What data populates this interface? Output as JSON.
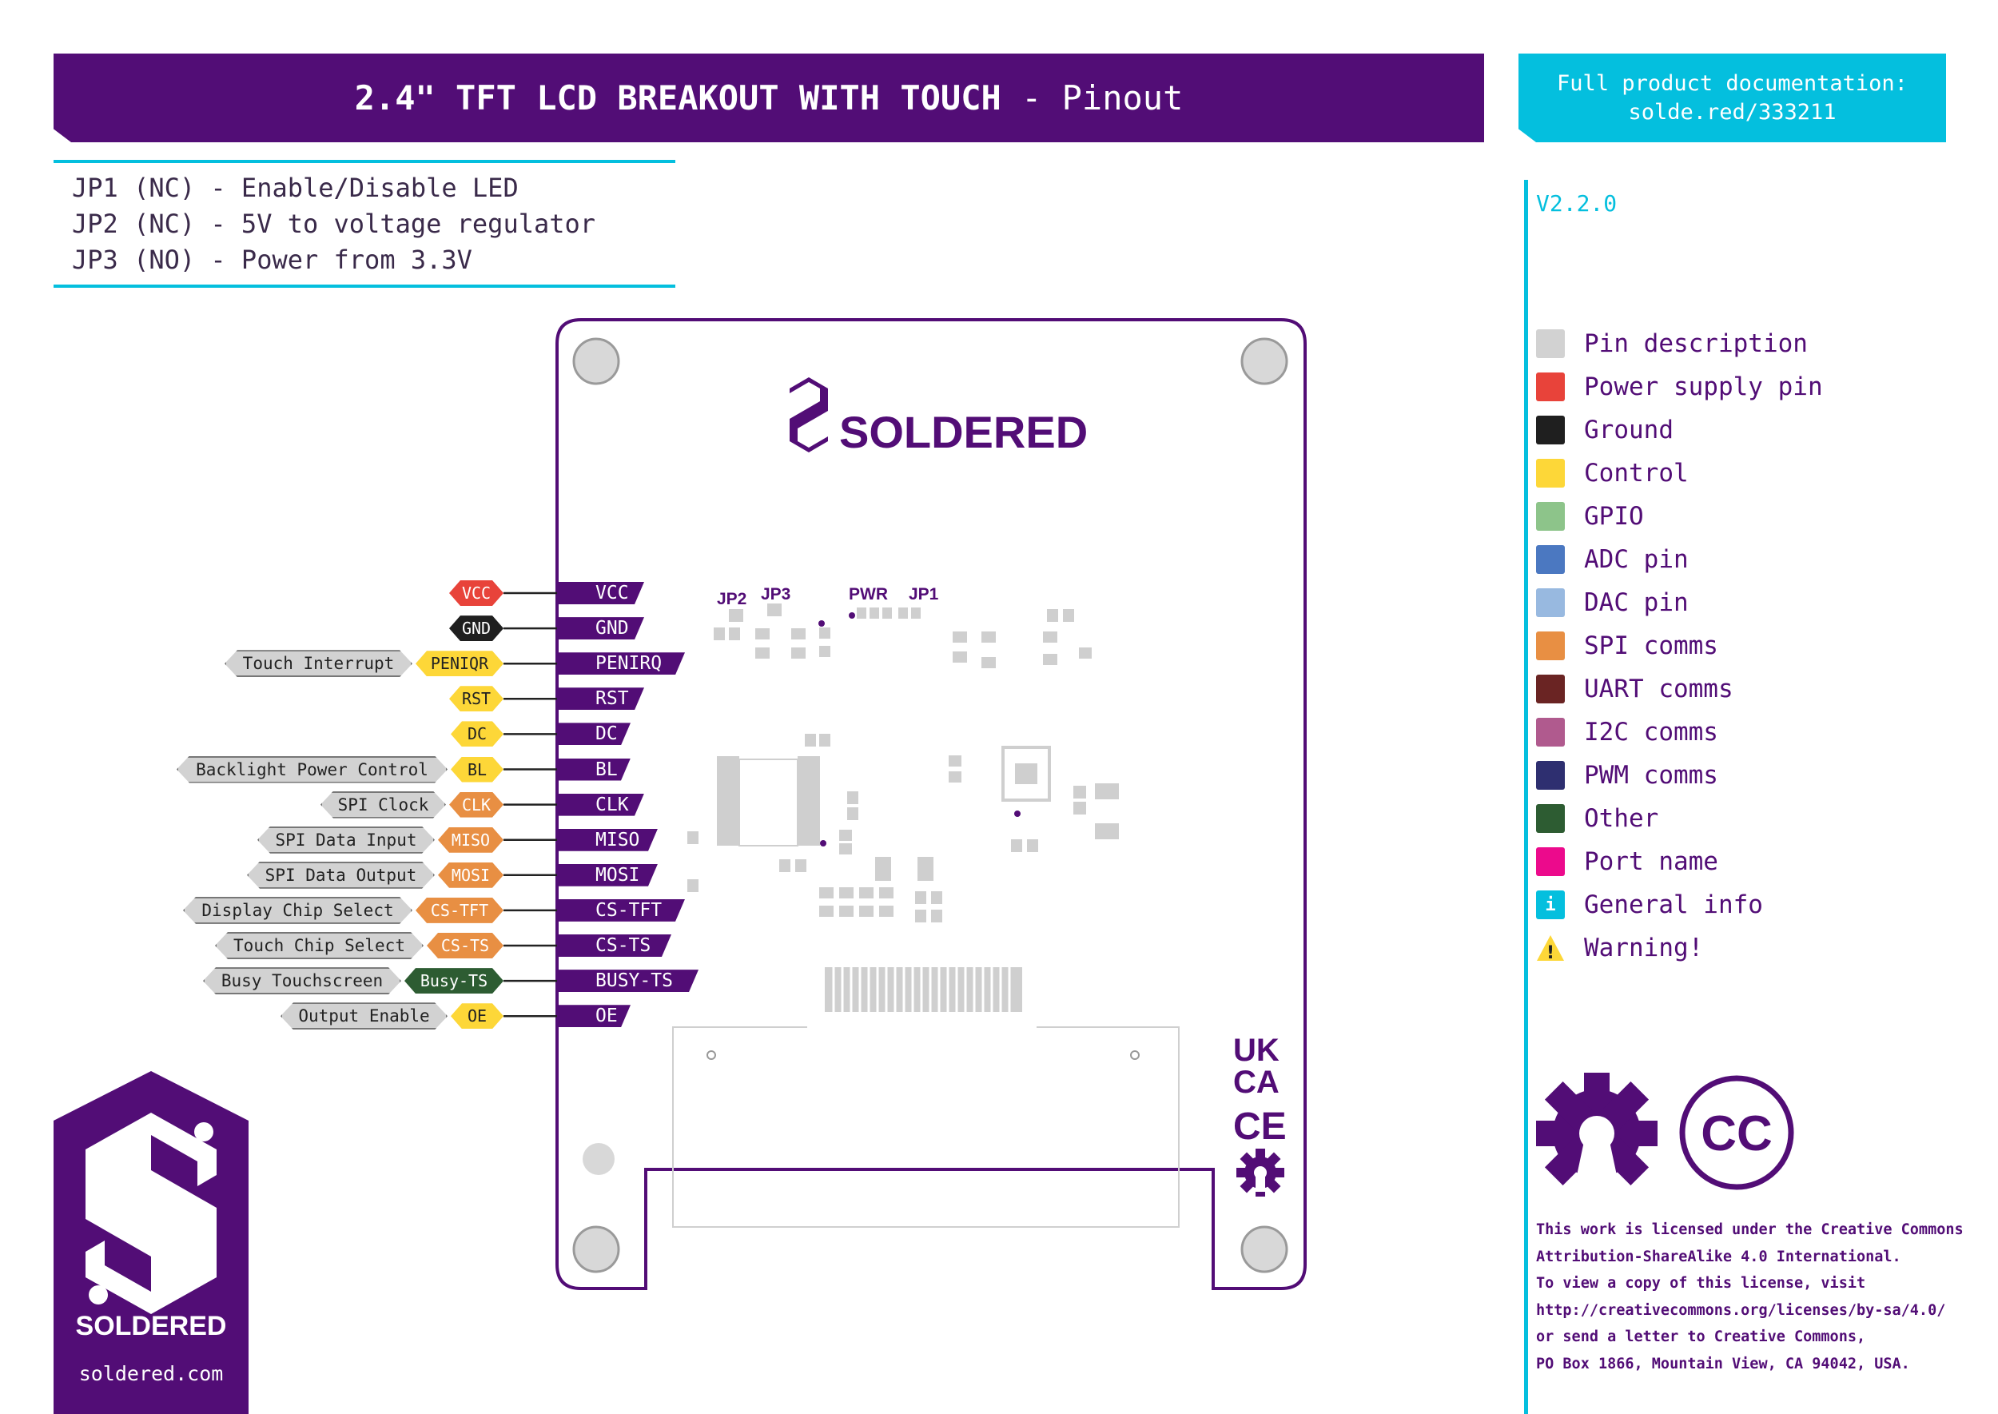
{
  "header": {
    "title_bold": "2.4\" TFT LCD BREAKOUT WITH TOUCH",
    "title_rest": " - Pinout",
    "doc_line1": "Full product documentation:",
    "doc_line2": "solde.red/333211"
  },
  "jumpers": [
    "JP1 (NC) - Enable/Disable LED",
    "JP2 (NC) - 5V to voltage regulator",
    "JP3 (NO) - Power from 3.3V"
  ],
  "version": "V2.2.0",
  "legend": [
    {
      "label": "Pin description",
      "color": "#d2d2d2"
    },
    {
      "label": "Power supply pin",
      "color": "#e8433a"
    },
    {
      "label": "Ground",
      "color": "#1f1f1f"
    },
    {
      "label": "Control",
      "color": "#fdd738"
    },
    {
      "label": "GPIO",
      "color": "#8dc48a"
    },
    {
      "label": "ADC pin",
      "color": "#4b78c1"
    },
    {
      "label": "DAC pin",
      "color": "#98b9e0"
    },
    {
      "label": "SPI comms",
      "color": "#e88f43"
    },
    {
      "label": "UART comms",
      "color": "#6a2423"
    },
    {
      "label": "I2C comms",
      "color": "#b05a8e"
    },
    {
      "label": "PWM comms",
      "color": "#2e2f70"
    },
    {
      "label": "Other",
      "color": "#2d5c32"
    },
    {
      "label": "Port name",
      "color": "#ec0a8c"
    },
    {
      "label": "General info",
      "color": "#04bfde",
      "glyph": "i"
    },
    {
      "label": "Warning!",
      "color": "#fdd738",
      "glyph": "!"
    }
  ],
  "pins": [
    {
      "board": "VCC",
      "label": "VCC",
      "color": "#e8433a",
      "text": "#ffffff",
      "desc": ""
    },
    {
      "board": "GND",
      "label": "GND",
      "color": "#1f1f1f",
      "text": "#ffffff",
      "desc": ""
    },
    {
      "board": "PENIRQ",
      "label": "PENIQR",
      "color": "#fdd738",
      "text": "#222222",
      "desc": "Touch Interrupt"
    },
    {
      "board": "RST",
      "label": "RST",
      "color": "#fdd738",
      "text": "#222222",
      "desc": ""
    },
    {
      "board": "DC",
      "label": "DC",
      "color": "#fdd738",
      "text": "#222222",
      "desc": ""
    },
    {
      "board": "BL",
      "label": "BL",
      "color": "#fdd738",
      "text": "#222222",
      "desc": "Backlight Power Control"
    },
    {
      "board": "CLK",
      "label": "CLK",
      "color": "#e88f43",
      "text": "#ffffff",
      "desc": "SPI Clock"
    },
    {
      "board": "MISO",
      "label": "MISO",
      "color": "#e88f43",
      "text": "#ffffff",
      "desc": "SPI Data Input"
    },
    {
      "board": "MOSI",
      "label": "MOSI",
      "color": "#e88f43",
      "text": "#ffffff",
      "desc": "SPI Data Output"
    },
    {
      "board": "CS-TFT",
      "label": "CS-TFT",
      "color": "#e88f43",
      "text": "#ffffff",
      "desc": "Display Chip Select"
    },
    {
      "board": "CS-TS",
      "label": "CS-TS",
      "color": "#e88f43",
      "text": "#ffffff",
      "desc": "Touch Chip Select"
    },
    {
      "board": "BUSY-TS",
      "label": "Busy-TS",
      "color": "#2d5c32",
      "text": "#ffffff",
      "desc": "Busy Touchscreen"
    },
    {
      "board": "OE",
      "label": "OE",
      "color": "#fdd738",
      "text": "#222222",
      "desc": "Output Enable"
    }
  ],
  "board": {
    "brand": "SOLDERED",
    "jp2": "JP2",
    "jp3": "JP3",
    "pwr": "PWR",
    "jp1": "JP1",
    "uk": "UK",
    "ca": "CA",
    "ce": "CE"
  },
  "logo": {
    "brand": "SOLDERED",
    "url": "soldered.com"
  },
  "cc": "CC",
  "license": [
    "This work is licensed under the Creative Commons",
    "Attribution-ShareAlike 4.0 International.",
    "To view a copy of this license, visit",
    "http://creativecommons.org/licenses/by-sa/4.0/",
    "or send a letter to Creative Commons,",
    "PO Box 1866, Mountain View, CA 94042, USA."
  ]
}
